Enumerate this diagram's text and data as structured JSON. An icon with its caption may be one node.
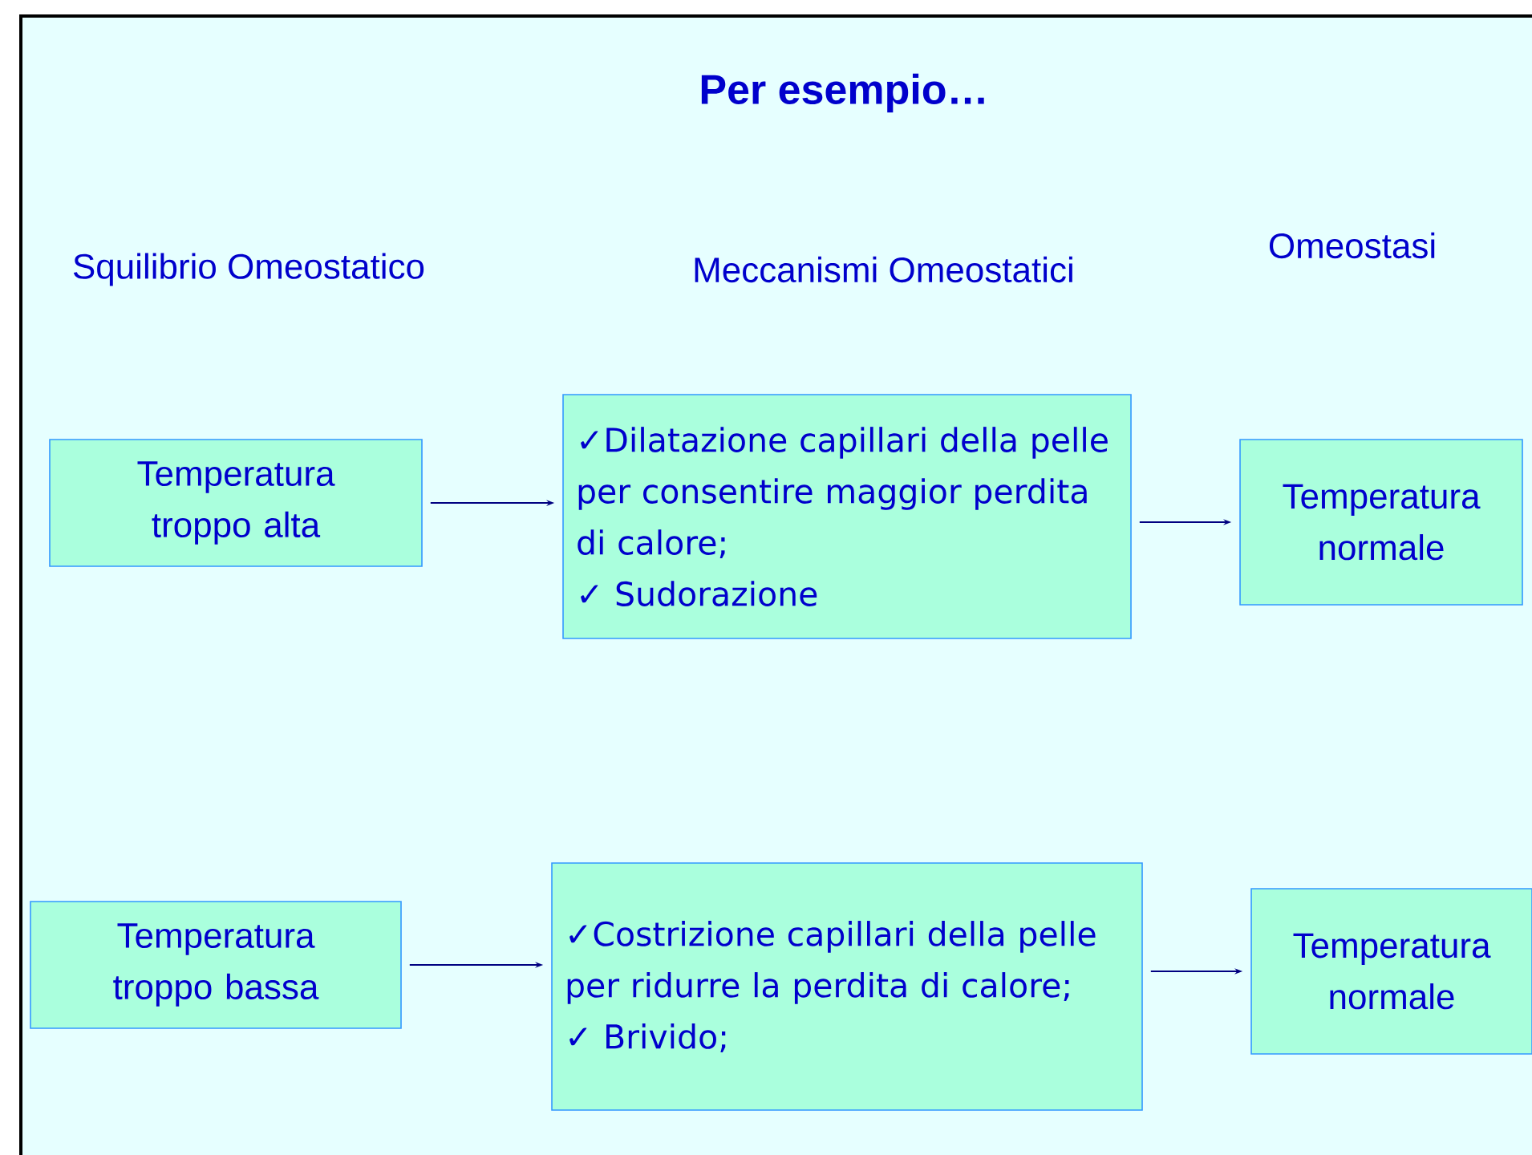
{
  "diagram": {
    "title": "Per esempio…",
    "nodes": [
      {
        "text": [
          "Temperatura troppo alta"
        ]
      },
      {
        "text": [
          "✓Dilatazione capillari della pelle per consentire maggior perdita di calore;",
          "✓ Sudorazione"
        ]
      },
      {
        "text": [
          "Temperatura normale"
        ]
      },
      {
        "text": [
          "Temperatura troppo bassa"
        ]
      },
      {
        "text": [
          "✓Costrizione capillari della pelle per ridurre la  perdita di calore;",
          "✓ Brivido;"
        ]
      },
      {
        "text": [
          "Temperatura normale"
        ]
      }
    ],
    "edges": [
      {
        "from": 0,
        "to": 1,
        "arrow": "to"
      },
      {
        "from": 1,
        "to": 2,
        "arrow": "to"
      },
      {
        "from": 3,
        "to": 4,
        "arrow": "to"
      },
      {
        "from": 4,
        "to": 5,
        "arrow": "to"
      }
    ],
    "labels": [
      "Squilibrio Omeostatico",
      "Meccanismi Omeostatici",
      "Omeostasi"
    ]
  }
}
